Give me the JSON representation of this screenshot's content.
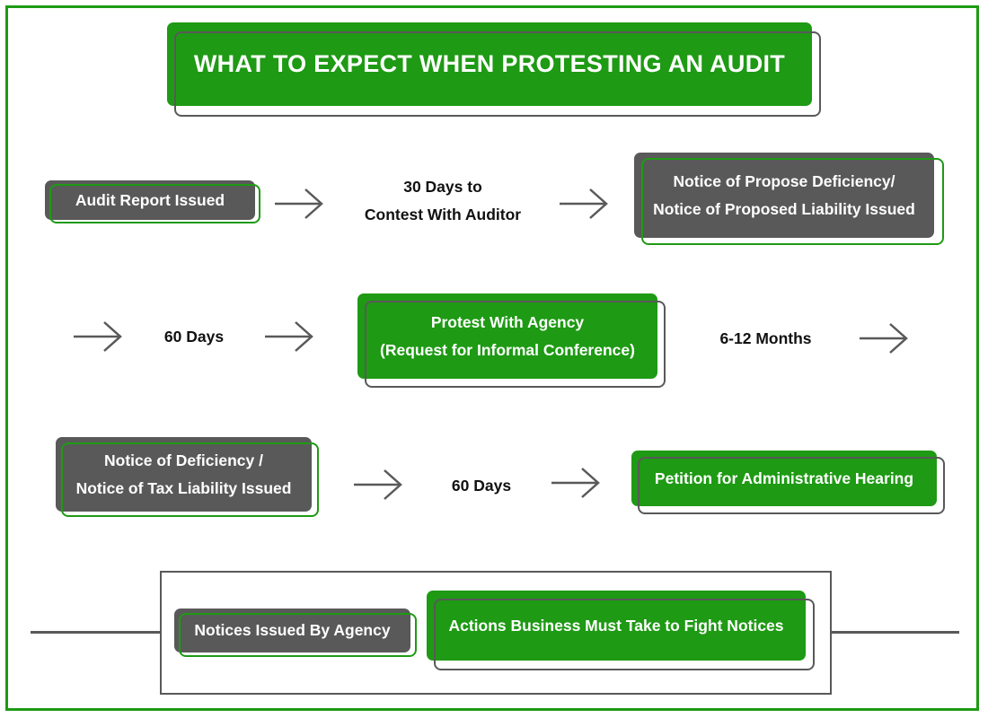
{
  "title": "WHAT TO EXPECT WHEN PROTESTING AN AUDIT",
  "row1": {
    "start": "Audit Report Issued",
    "mid_line1": "30 Days to",
    "mid_line2": "Contest With Auditor",
    "end_line1": "Notice of Propose Deficiency/",
    "end_line2": "Notice of Proposed Liability Issued"
  },
  "row2": {
    "first": "60 Days",
    "box_line1": "Protest With Agency",
    "box_line2": "(Request for Informal Conference)",
    "last": "6-12 Months"
  },
  "row3": {
    "start_line1": "Notice of Deficiency /",
    "start_line2": "Notice of Tax Liability  Issued",
    "mid": "60 Days",
    "end": "Petition for Administrative Hearing"
  },
  "legend": {
    "agency": "Notices Issued By Agency",
    "business": "Actions Business Must Take to Fight Notices"
  },
  "colors": {
    "green": "#1e9a14",
    "gray": "#595959",
    "text": "#111111"
  }
}
